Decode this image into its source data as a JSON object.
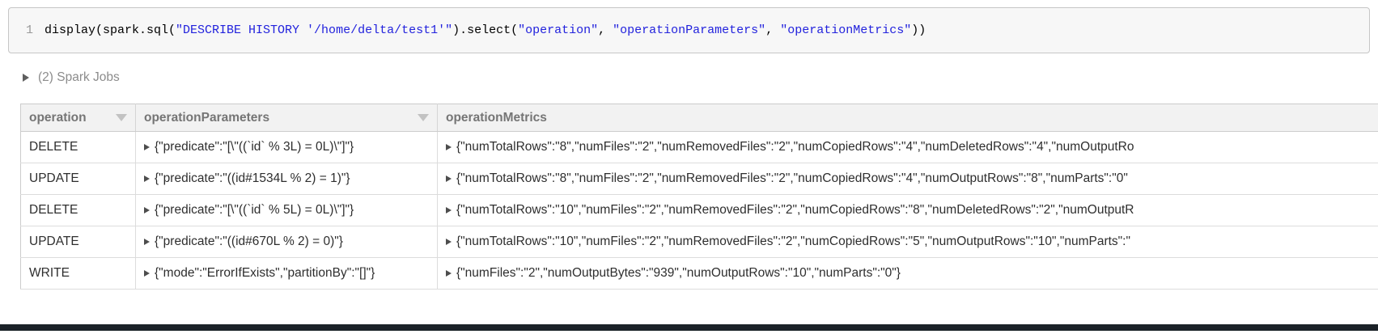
{
  "code_cell": {
    "line_number": "1",
    "segments": [
      {
        "type": "plain",
        "text": "display(spark.sql("
      },
      {
        "type": "string",
        "text": "\"DESCRIBE HISTORY '/home/delta/test1'\""
      },
      {
        "type": "plain",
        "text": ").select("
      },
      {
        "type": "string",
        "text": "\"operation\""
      },
      {
        "type": "plain",
        "text": ", "
      },
      {
        "type": "string",
        "text": "\"operationParameters\""
      },
      {
        "type": "plain",
        "text": ", "
      },
      {
        "type": "string",
        "text": "\"operationMetrics\""
      },
      {
        "type": "plain",
        "text": "))"
      }
    ]
  },
  "spark_jobs": {
    "label": "(2) Spark Jobs",
    "state": "collapsed"
  },
  "table": {
    "columns": [
      {
        "label": "operation",
        "sortable": true
      },
      {
        "label": "operationParameters",
        "sortable": true
      },
      {
        "label": "operationMetrics",
        "sortable": false
      }
    ],
    "rows": [
      {
        "operation": "DELETE",
        "operationParameters": "{\"predicate\":\"[\\\"((`id` % 3L) = 0L)\\\"]\"}",
        "operationMetrics": "{\"numTotalRows\":\"8\",\"numFiles\":\"2\",\"numRemovedFiles\":\"2\",\"numCopiedRows\":\"4\",\"numDeletedRows\":\"4\",\"numOutputRo"
      },
      {
        "operation": "UPDATE",
        "operationParameters": "{\"predicate\":\"((id#1534L % 2) = 1)\"}",
        "operationMetrics": "{\"numTotalRows\":\"8\",\"numFiles\":\"2\",\"numRemovedFiles\":\"2\",\"numCopiedRows\":\"4\",\"numOutputRows\":\"8\",\"numParts\":\"0\""
      },
      {
        "operation": "DELETE",
        "operationParameters": "{\"predicate\":\"[\\\"((`id` % 5L) = 0L)\\\"]\"}",
        "operationMetrics": "{\"numTotalRows\":\"10\",\"numFiles\":\"2\",\"numRemovedFiles\":\"2\",\"numCopiedRows\":\"8\",\"numDeletedRows\":\"2\",\"numOutputR"
      },
      {
        "operation": "UPDATE",
        "operationParameters": "{\"predicate\":\"((id#670L % 2) = 0)\"}",
        "operationMetrics": "{\"numTotalRows\":\"10\",\"numFiles\":\"2\",\"numRemovedFiles\":\"2\",\"numCopiedRows\":\"5\",\"numOutputRows\":\"10\",\"numParts\":\""
      },
      {
        "operation": "WRITE",
        "operationParameters": "{\"mode\":\"ErrorIfExists\",\"partitionBy\":\"[]\"}",
        "operationMetrics": "{\"numFiles\":\"2\",\"numOutputBytes\":\"939\",\"numOutputRows\":\"10\",\"numParts\":\"0\"}"
      }
    ]
  },
  "colors": {
    "code_string": "#2222dd",
    "code_plain": "#000000",
    "code_cell_background": "#f7f7f7",
    "table_header_background": "#f2f2f2",
    "table_header_text": "#757575",
    "cell_text": "#2e2e2e",
    "muted_text": "#8c8c8c",
    "bottom_bar": "#1b2228"
  }
}
